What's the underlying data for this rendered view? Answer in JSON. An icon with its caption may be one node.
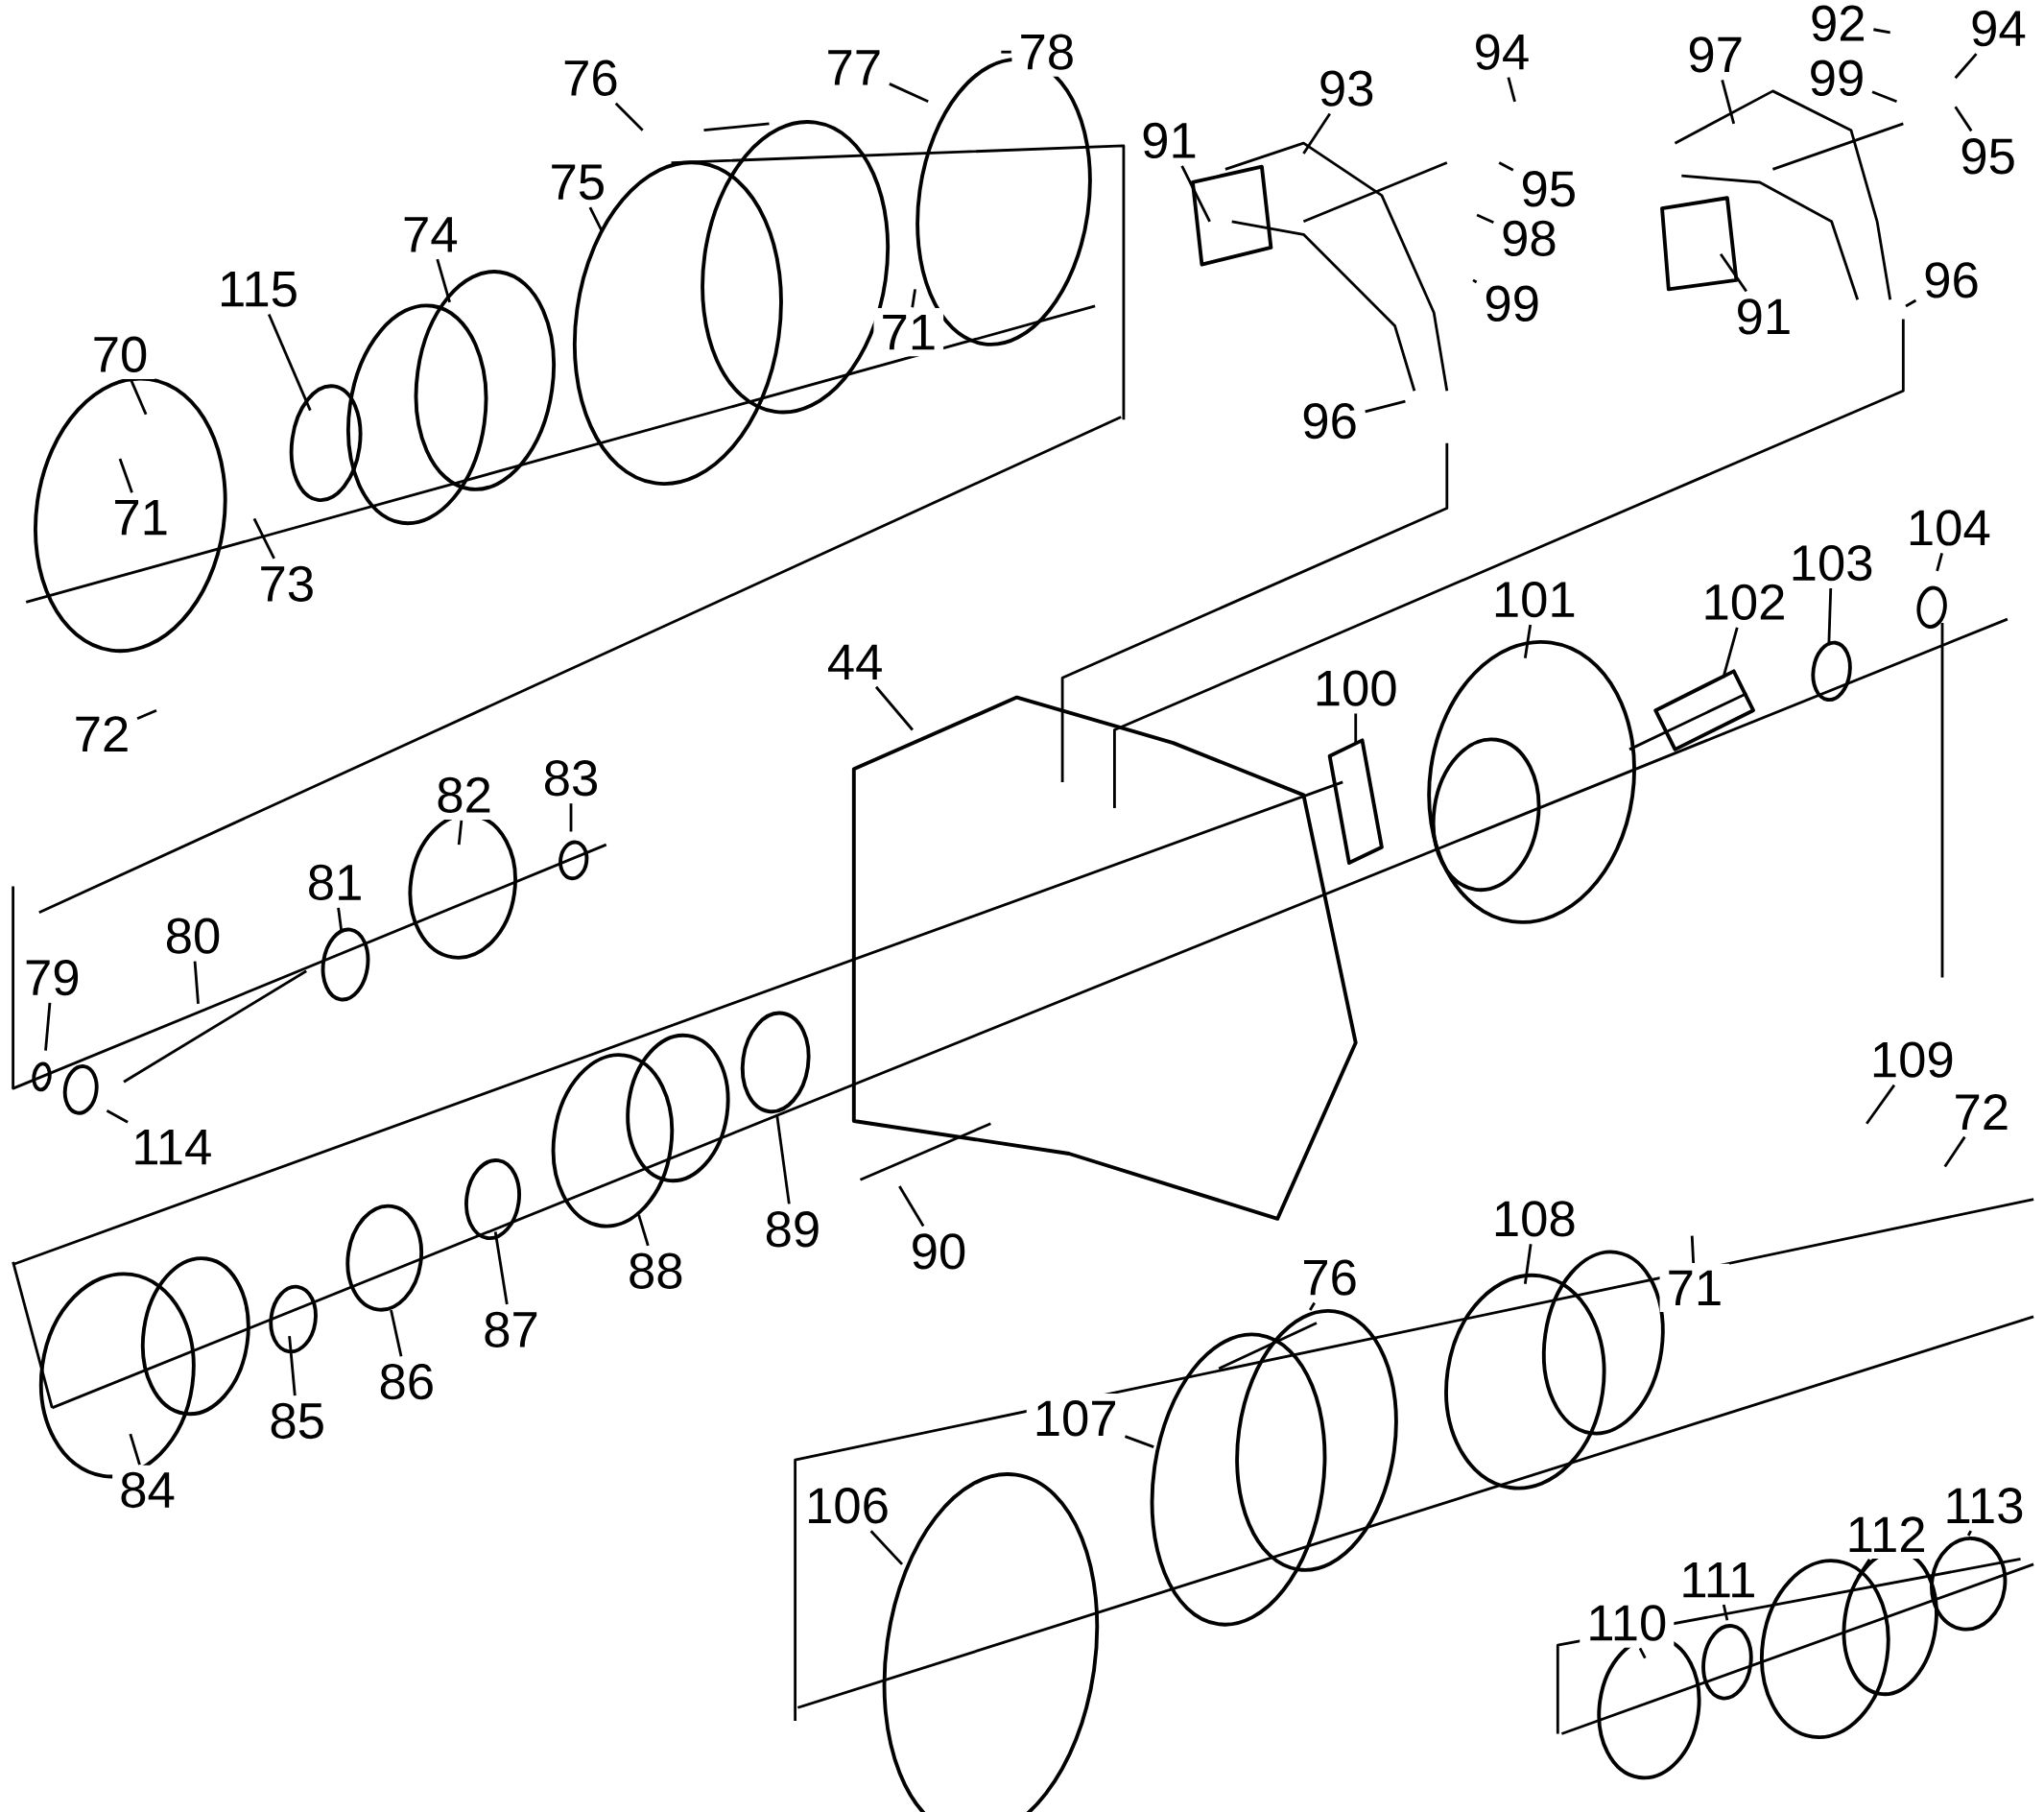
{
  "diagram": {
    "nodes": [
      {
        "text": [
          "76"
        ]
      },
      {
        "text": [
          "77"
        ]
      },
      {
        "text": [
          "78"
        ]
      },
      {
        "text": [
          "75"
        ]
      },
      {
        "text": [
          "74"
        ]
      },
      {
        "text": [
          "115"
        ]
      },
      {
        "text": [
          "70"
        ]
      },
      {
        "text": [
          "71"
        ]
      },
      {
        "text": [
          "73"
        ]
      },
      {
        "text": [
          "72"
        ]
      },
      {
        "text": [
          "71"
        ]
      },
      {
        "text": [
          "91"
        ]
      },
      {
        "text": [
          "93"
        ]
      },
      {
        "text": [
          "94"
        ]
      },
      {
        "text": [
          "95"
        ]
      },
      {
        "text": [
          "98"
        ]
      },
      {
        "text": [
          "99"
        ]
      },
      {
        "text": [
          "96"
        ]
      },
      {
        "text": [
          "92"
        ]
      },
      {
        "text": [
          "94"
        ]
      },
      {
        "text": [
          "97"
        ]
      },
      {
        "text": [
          "99"
        ]
      },
      {
        "text": [
          "95"
        ]
      },
      {
        "text": [
          "91"
        ]
      },
      {
        "text": [
          "96"
        ]
      },
      {
        "text": [
          "44"
        ]
      },
      {
        "text": [
          "100"
        ]
      },
      {
        "text": [
          "101"
        ]
      },
      {
        "text": [
          "102"
        ]
      },
      {
        "text": [
          "103"
        ]
      },
      {
        "text": [
          "104"
        ]
      },
      {
        "text": [
          "82"
        ]
      },
      {
        "text": [
          "83"
        ]
      },
      {
        "text": [
          "81"
        ]
      },
      {
        "text": [
          "80"
        ]
      },
      {
        "text": [
          "79"
        ]
      },
      {
        "text": [
          "114"
        ]
      },
      {
        "text": [
          "89"
        ]
      },
      {
        "text": [
          "90"
        ]
      },
      {
        "text": [
          "88"
        ]
      },
      {
        "text": [
          "87"
        ]
      },
      {
        "text": [
          "86"
        ]
      },
      {
        "text": [
          "85"
        ]
      },
      {
        "text": [
          "84"
        ]
      },
      {
        "text": [
          "109"
        ]
      },
      {
        "text": [
          "72"
        ]
      },
      {
        "text": [
          "108"
        ]
      },
      {
        "text": [
          "76"
        ]
      },
      {
        "text": [
          "71"
        ]
      },
      {
        "text": [
          "107"
        ]
      },
      {
        "text": [
          "106"
        ]
      },
      {
        "text": [
          "113"
        ]
      },
      {
        "text": [
          "112"
        ]
      },
      {
        "text": [
          "110"
        ]
      },
      {
        "text": [
          "111"
        ]
      }
    ],
    "edges": [
      {
        "from": 0,
        "to": null,
        "arrow": "none"
      },
      {
        "from": 1,
        "to": null,
        "arrow": "none"
      },
      {
        "from": 2,
        "to": null,
        "arrow": "none"
      },
      {
        "from": 3,
        "to": null,
        "arrow": "none"
      },
      {
        "from": 4,
        "to": null,
        "arrow": "none"
      },
      {
        "from": 5,
        "to": null,
        "arrow": "none"
      },
      {
        "from": 6,
        "to": null,
        "arrow": "none"
      },
      {
        "from": 7,
        "to": null,
        "arrow": "none"
      },
      {
        "from": 8,
        "to": null,
        "arrow": "none"
      },
      {
        "from": 9,
        "to": null,
        "arrow": "none"
      },
      {
        "from": 10,
        "to": null,
        "arrow": "none"
      },
      {
        "from": 11,
        "to": null,
        "arrow": "none"
      },
      {
        "from": 12,
        "to": null,
        "arrow": "none"
      },
      {
        "from": 13,
        "to": null,
        "arrow": "none"
      },
      {
        "from": 14,
        "to": null,
        "arrow": "none"
      },
      {
        "from": 15,
        "to": null,
        "arrow": "none"
      },
      {
        "from": 16,
        "to": null,
        "arrow": "none"
      },
      {
        "from": 17,
        "to": null,
        "arrow": "none"
      },
      {
        "from": 18,
        "to": null,
        "arrow": "none"
      },
      {
        "from": 19,
        "to": null,
        "arrow": "none"
      },
      {
        "from": 20,
        "to": null,
        "arrow": "none"
      },
      {
        "from": 21,
        "to": null,
        "arrow": "none"
      },
      {
        "from": 22,
        "to": null,
        "arrow": "none"
      },
      {
        "from": 23,
        "to": null,
        "arrow": "none"
      },
      {
        "from": 24,
        "to": null,
        "arrow": "none"
      },
      {
        "from": 25,
        "to": null,
        "arrow": "none"
      },
      {
        "from": 26,
        "to": null,
        "arrow": "none"
      },
      {
        "from": 27,
        "to": null,
        "arrow": "none"
      },
      {
        "from": 28,
        "to": null,
        "arrow": "none"
      },
      {
        "from": 29,
        "to": null,
        "arrow": "none"
      },
      {
        "from": 30,
        "to": null,
        "arrow": "none"
      },
      {
        "from": 31,
        "to": null,
        "arrow": "none"
      },
      {
        "from": 32,
        "to": null,
        "arrow": "none"
      },
      {
        "from": 33,
        "to": null,
        "arrow": "none"
      },
      {
        "from": 34,
        "to": null,
        "arrow": "none"
      },
      {
        "from": 35,
        "to": null,
        "arrow": "none"
      },
      {
        "from": 36,
        "to": null,
        "arrow": "none"
      },
      {
        "from": 37,
        "to": null,
        "arrow": "none"
      },
      {
        "from": 38,
        "to": null,
        "arrow": "none"
      },
      {
        "from": 39,
        "to": null,
        "arrow": "none"
      },
      {
        "from": 40,
        "to": null,
        "arrow": "none"
      },
      {
        "from": 41,
        "to": null,
        "arrow": "none"
      },
      {
        "from": 42,
        "to": null,
        "arrow": "none"
      },
      {
        "from": 43,
        "to": null,
        "arrow": "none"
      },
      {
        "from": 44,
        "to": null,
        "arrow": "none"
      },
      {
        "from": 45,
        "to": null,
        "arrow": "none"
      },
      {
        "from": 46,
        "to": null,
        "arrow": "none"
      },
      {
        "from": 47,
        "to": null,
        "arrow": "none"
      },
      {
        "from": 48,
        "to": null,
        "arrow": "none"
      },
      {
        "from": 49,
        "to": null,
        "arrow": "none"
      },
      {
        "from": 50,
        "to": null,
        "arrow": "none"
      },
      {
        "from": 51,
        "to": null,
        "arrow": "none"
      },
      {
        "from": 52,
        "to": null,
        "arrow": "none"
      },
      {
        "from": 53,
        "to": null,
        "arrow": "none"
      },
      {
        "from": 54,
        "to": null,
        "arrow": "none"
      }
    ]
  }
}
